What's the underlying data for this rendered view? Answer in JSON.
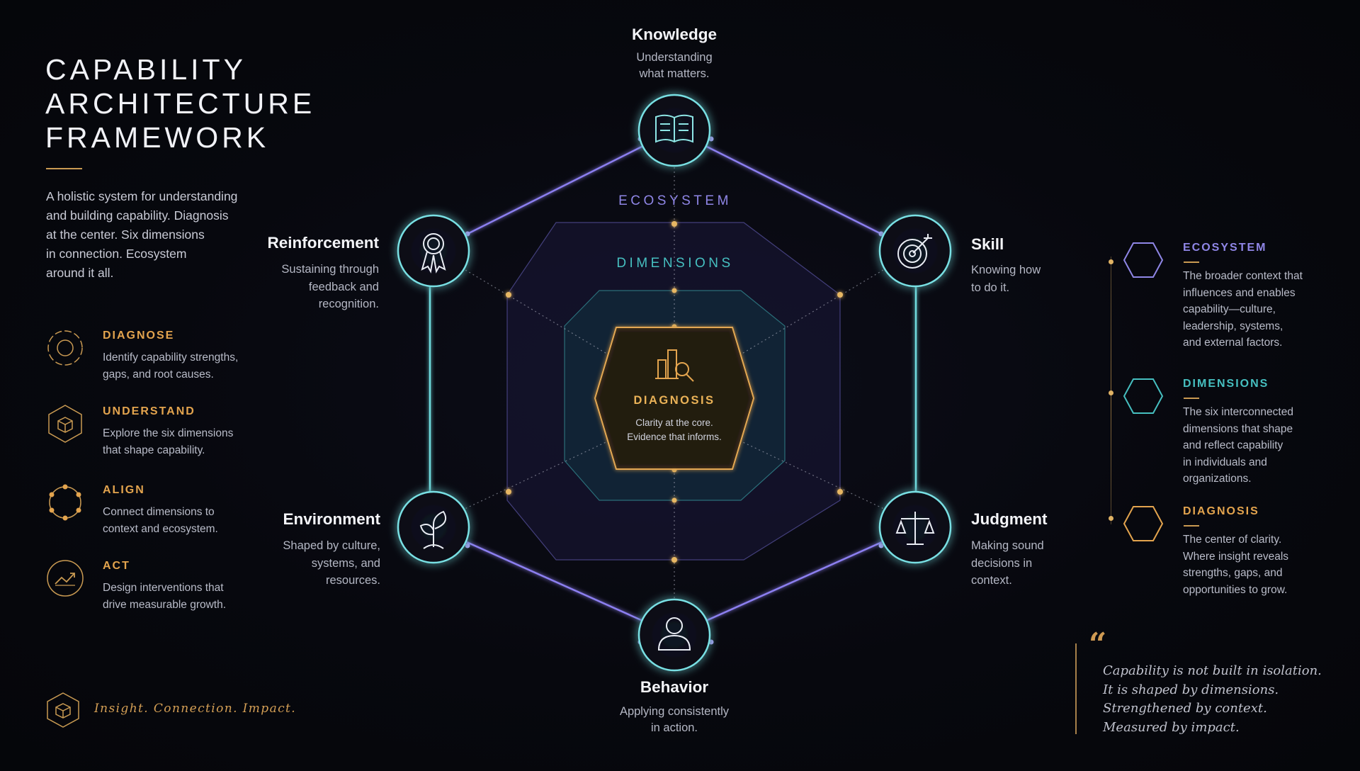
{
  "title_lines": [
    "CAPABILITY",
    "ARCHITECTURE",
    "FRAMEWORK"
  ],
  "intro": "A holistic system for understanding\nand building capability. Diagnosis\nat the center. Six dimensions\nin connection. Ecosystem\naround it all.",
  "steps": [
    {
      "title": "DIAGNOSE",
      "desc": "Identify capability strengths,\ngaps, and root causes.",
      "icon": "target-ring-icon"
    },
    {
      "title": "UNDERSTAND",
      "desc": "Explore the six dimensions\nthat shape capability.",
      "icon": "cube-hexagon-icon"
    },
    {
      "title": "ALIGN",
      "desc": "Connect dimensions to\ncontext and ecosystem.",
      "icon": "dotted-circle-icon"
    },
    {
      "title": "ACT",
      "desc": "Design interventions that\ndrive measurable growth.",
      "icon": "trend-chart-icon"
    }
  ],
  "tagline": "Insight. Connection. Impact.",
  "ecosystem_label": "ECOSYSTEM",
  "dimensions_label": "DIMENSIONS",
  "core": {
    "title": "DIAGNOSIS",
    "desc": "Clarity at the core.\nEvidence that informs.",
    "icon": "chart-magnifier-icon"
  },
  "nodes": {
    "knowledge": {
      "label": "Knowledge",
      "desc": "Understanding\nwhat matters.",
      "icon": "book-icon"
    },
    "skill": {
      "label": "Skill",
      "desc": "Knowing how\nto do it.",
      "icon": "bullseye-icon"
    },
    "judgment": {
      "label": "Judgment",
      "desc": "Making sound\ndecisions in\ncontext.",
      "icon": "scales-icon"
    },
    "behavior": {
      "label": "Behavior",
      "desc": "Applying consistently\nin action.",
      "icon": "person-icon"
    },
    "environment": {
      "label": "Environment",
      "desc": "Shaped by culture,\nsystems, and\nresources.",
      "icon": "sprout-icon"
    },
    "reinforcement": {
      "label": "Reinforcement",
      "desc": "Sustaining through\nfeedback and\nrecognition.",
      "icon": "ribbon-award-icon"
    }
  },
  "legend": [
    {
      "title": "ECOSYSTEM",
      "desc": "The broader context that\ninfluences and enables\ncapability—culture,\nleadership, systems,\nand external factors.",
      "color": "#8f86e6"
    },
    {
      "title": "DIMENSIONS",
      "desc": "The six interconnected\ndimensions that shape\nand reflect capability\nin individuals and\norganizations.",
      "color": "#46bfc0"
    },
    {
      "title": "DIAGNOSIS",
      "desc": "The center of clarity.\nWhere insight reveals\nstrengths, gaps, and\nopportunities to grow.",
      "color": "#e3a44e"
    }
  ],
  "quote_mark": "“",
  "quote": "Capability is not built in isolation.\nIt is shaped by dimensions.\nStrengthened by context.\nMeasured by impact.",
  "colors": {
    "accent_gold": "#e3a44e",
    "ecosystem_purple": "#8f86e6",
    "dimension_teal": "#46bfc0",
    "background": "#07080e"
  }
}
